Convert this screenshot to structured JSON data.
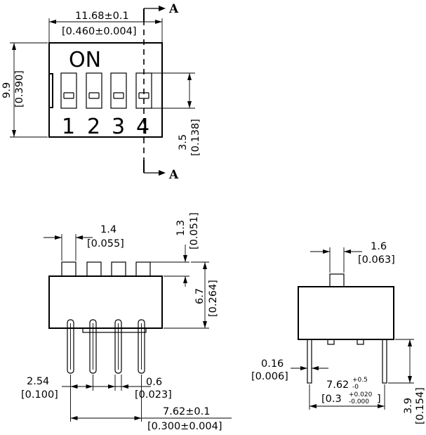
{
  "top_view": {
    "width_mm": "11.68±0.1",
    "width_in": "[0.460±0.004]",
    "height_mm": "9.9",
    "height_in": "[0.390]",
    "pitch_mm": "3.5",
    "pitch_in": "[0.138]",
    "on_label": "ON",
    "switch_numbers": [
      "1",
      "2",
      "3",
      "4"
    ],
    "section_label_top": "A",
    "section_label_bottom": "A"
  },
  "front_view": {
    "actuator_width_mm": "1.4",
    "actuator_width_in": "[0.055]",
    "actuator_height_mm": "1.3",
    "actuator_height_in": "[0.051]",
    "body_height_mm": "6.7",
    "body_height_in": "[0.264]",
    "pin_pitch_mm": "2.54",
    "pin_pitch_in": "[0.100]",
    "pin_width_mm": "0.6",
    "pin_width_in": "[0.023]",
    "row_spacing_mm": "7.62±0.1",
    "row_spacing_in": "[0.300±0.004]"
  },
  "side_view": {
    "actuator_width_mm": "1.6",
    "actuator_width_in": "[0.063]",
    "pin_thickness_mm": "0.16",
    "pin_thickness_in": "[0.006]",
    "row_spacing_mm": "7.62",
    "row_spacing_mm_tol_plus": "+0.5",
    "row_spacing_mm_tol_minus": "-0",
    "row_spacing_in": "[0.3",
    "row_spacing_in_tol_plus": "+0.020",
    "row_spacing_in_tol_minus": "-0.000",
    "row_spacing_in_close": "]",
    "pin_length_mm": "3.9",
    "pin_length_in": "[0.154]"
  }
}
